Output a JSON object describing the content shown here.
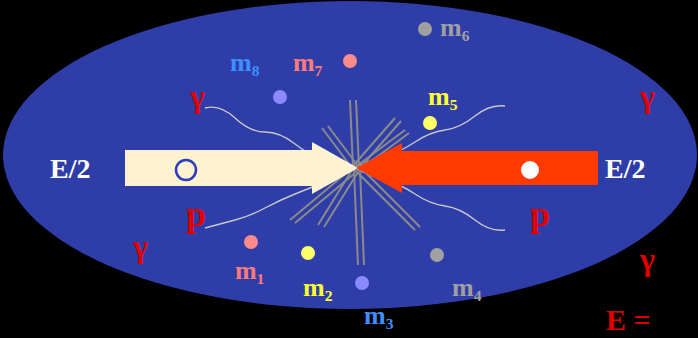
{
  "diagram": {
    "labels": [
      "E/2",
      "E/2",
      "p",
      "p",
      "γ",
      "γ",
      "γ",
      "γ",
      "m₈",
      "m₇",
      "m₆",
      "m₅",
      "m₁",
      "m₂",
      "m₃",
      "m₄",
      "E ="
    ]
  }
}
